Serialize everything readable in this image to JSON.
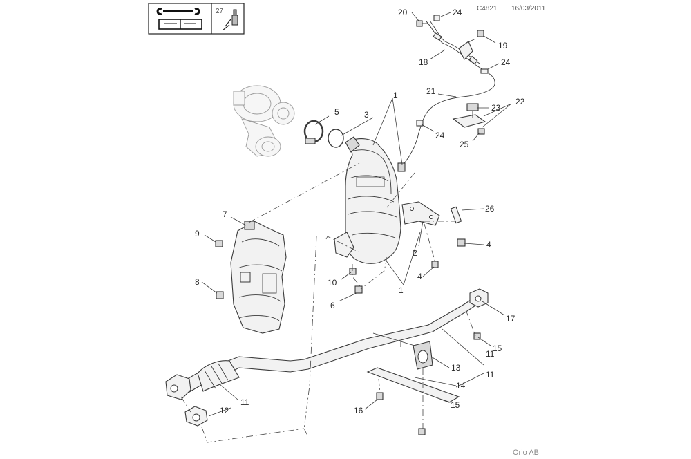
{
  "header": {
    "drawing_code": "C4821",
    "date": "16/03/2011",
    "tool_box_number": "27"
  },
  "footer": {
    "brand": "Orio AB"
  },
  "callouts": [
    {
      "id": "c20",
      "label": "20"
    },
    {
      "id": "c24a",
      "label": "24"
    },
    {
      "id": "c19",
      "label": "19"
    },
    {
      "id": "c18",
      "label": "18"
    },
    {
      "id": "c24b",
      "label": "24"
    },
    {
      "id": "c21",
      "label": "21"
    },
    {
      "id": "c22",
      "label": "22"
    },
    {
      "id": "c23",
      "label": "23"
    },
    {
      "id": "c24c",
      "label": "24"
    },
    {
      "id": "c25",
      "label": "25"
    },
    {
      "id": "c1a",
      "label": "1"
    },
    {
      "id": "c5",
      "label": "5"
    },
    {
      "id": "c3",
      "label": "3"
    },
    {
      "id": "c26",
      "label": "26"
    },
    {
      "id": "c7",
      "label": "7"
    },
    {
      "id": "c9",
      "label": "9"
    },
    {
      "id": "c4a",
      "label": "4"
    },
    {
      "id": "c2",
      "label": "2"
    },
    {
      "id": "c4b",
      "label": "4"
    },
    {
      "id": "c10",
      "label": "10"
    },
    {
      "id": "c8",
      "label": "8"
    },
    {
      "id": "c1b",
      "label": "1"
    },
    {
      "id": "c6",
      "label": "6"
    },
    {
      "id": "c17",
      "label": "17"
    },
    {
      "id": "c15a",
      "label": "15"
    },
    {
      "id": "c11a",
      "label": "11"
    },
    {
      "id": "c13",
      "label": "13"
    },
    {
      "id": "c11b",
      "label": "11"
    },
    {
      "id": "c14",
      "label": "14"
    },
    {
      "id": "c15b",
      "label": "15"
    },
    {
      "id": "c11c",
      "label": "11"
    },
    {
      "id": "c16",
      "label": "16"
    },
    {
      "id": "c12",
      "label": "12"
    }
  ]
}
